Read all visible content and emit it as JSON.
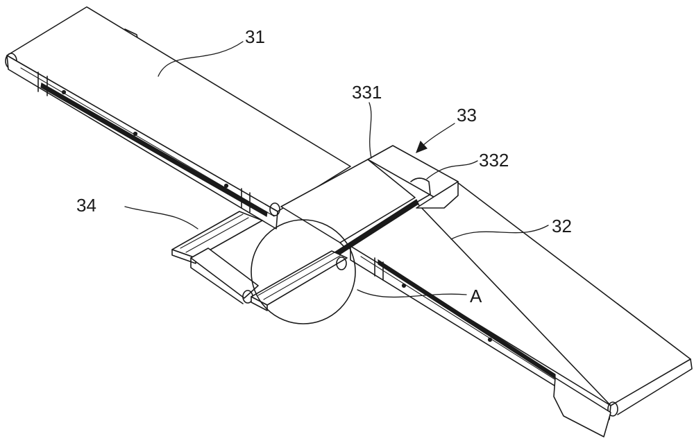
{
  "labels": {
    "belt_left": "31",
    "belt_right": "32",
    "cross_unit": "33",
    "cross_belt": "331",
    "cross_frame": "332",
    "side_rail": "34",
    "detail": "A"
  },
  "colors": {
    "line": "#1a1a1a",
    "background": "#ffffff"
  }
}
